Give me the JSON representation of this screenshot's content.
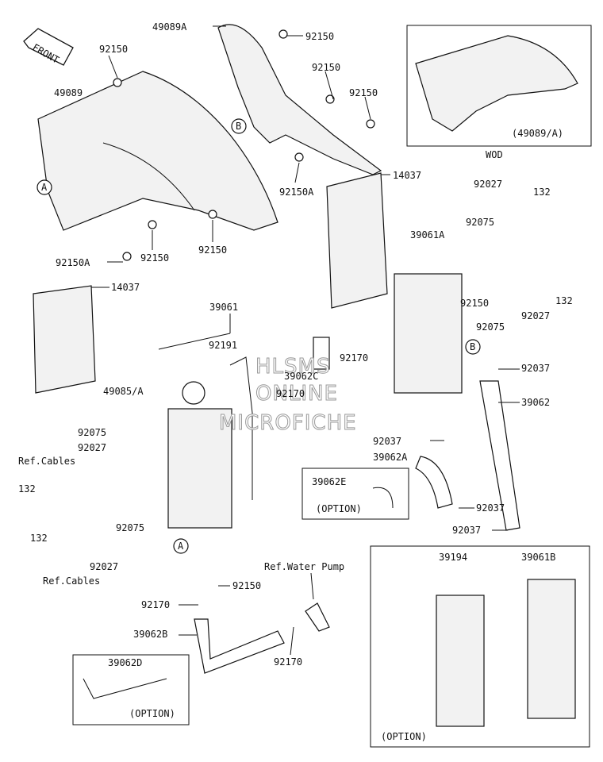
{
  "front_tag": "FRONT",
  "watermark": [
    "HLSMS",
    "ONLINE",
    "MICROFICHE"
  ],
  "labels": {
    "p49089A": "49089A",
    "p92150_a": "92150",
    "p92150_b": "92150",
    "p92150_c": "92150",
    "p92150_d": "92150",
    "p49089": "49089",
    "p92150A_a": "92150A",
    "p92150A_b": "92150A",
    "p92150_e": "92150",
    "p92150_f": "92150",
    "p14037_a": "14037",
    "p14037_b": "14037",
    "p39061A": "39061A",
    "p92027_a": "92027",
    "p132_a": "132",
    "p92075_a": "92075",
    "p92150_g": "92150",
    "p132_b": "132",
    "p92027_b": "92027",
    "p92075_b": "92075",
    "p39061": "39061",
    "p92191": "92191",
    "p39062C": "39062C",
    "p92170_a": "92170",
    "p49085A": "49085/A",
    "p92170_b": "92170",
    "p92037_a": "92037",
    "p39062": "39062",
    "p92075_c": "92075",
    "p92027_c": "92027",
    "refcables_a": "Ref.Cables",
    "p132_c": "132",
    "p92037_b": "92037",
    "p39062A": "39062A",
    "p39062E": "39062E",
    "option_a": "(OPTION)",
    "p92037_c": "92037",
    "p92037_d": "92037",
    "p92075_d": "92075",
    "p132_d": "132",
    "p92027_d": "92027",
    "refcables_b": "Ref.Cables",
    "refwaterpump": "Ref.Water Pump",
    "p92150_h": "92150",
    "p92170_c": "92170",
    "p39062B": "39062B",
    "p92170_d": "92170",
    "p39062D": "39062D",
    "option_b": "(OPTION)",
    "p39194": "39194",
    "p39061B": "39061B",
    "option_c": "(OPTION)",
    "wod_ref": "(49089/A)",
    "wod": "WOD",
    "callout_A": "A",
    "callout_B": "B"
  }
}
